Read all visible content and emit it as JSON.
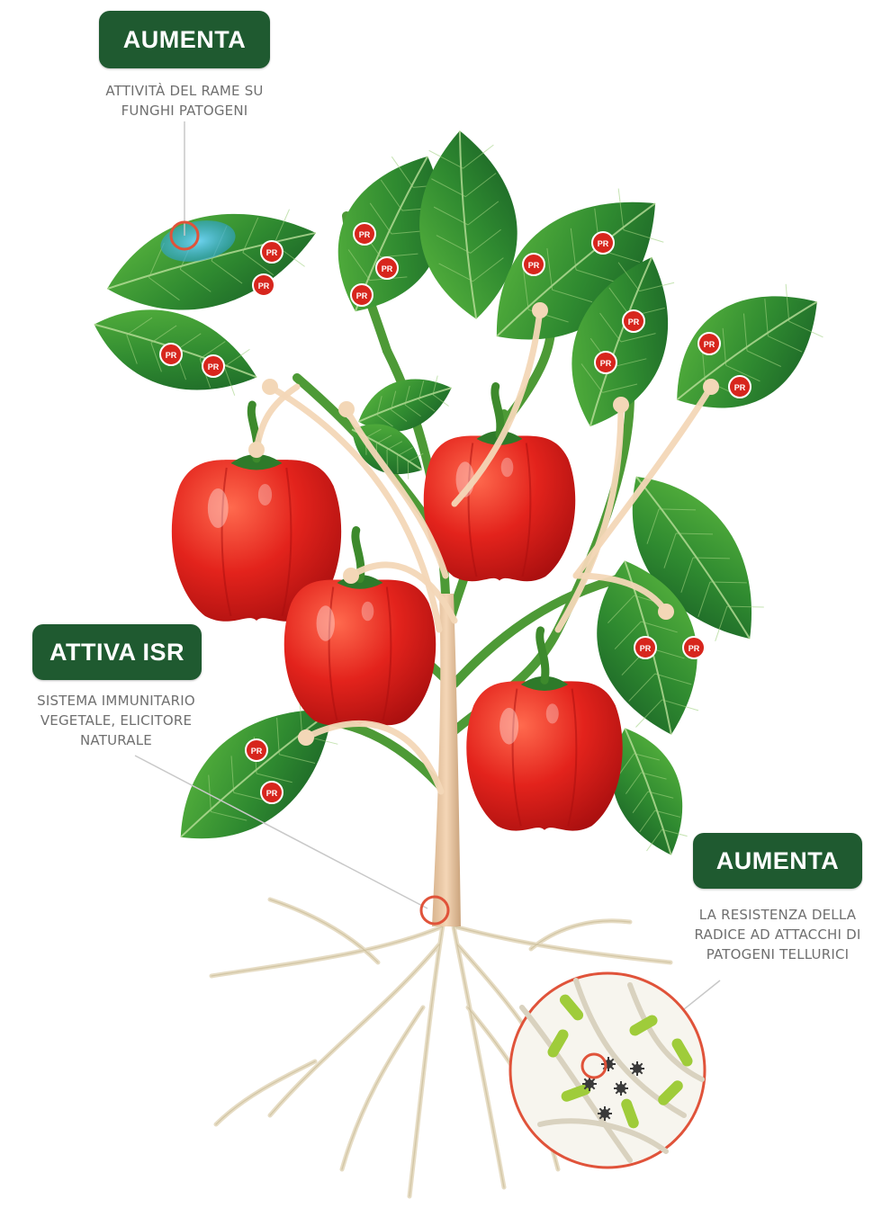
{
  "callouts": [
    {
      "badge": "AUMENTA",
      "lines": [
        "ATTIVITÀ DEL RAME SU",
        "FUNGHI PATOGENI"
      ]
    },
    {
      "badge": "ATTIVA ISR",
      "lines": [
        "SISTEMA IMMUNITARIO",
        "VEGETALE, ELICITORE",
        "NATURALE"
      ]
    },
    {
      "badge": "AUMENTA",
      "lines": [
        "LA RESISTENZA DELLA",
        "RADICE AD ATTACCHI DI",
        "PATOGENI TELLURICI"
      ]
    }
  ],
  "pr_marker_label": "PR",
  "colors": {
    "badge_green": "#1f5a30",
    "leaf_dark": "#1f6a2c",
    "leaf_light": "#4fae3a",
    "pepper_red": "#e3231c",
    "sap_arrow": "#f3d7b7",
    "highlight_ring": "#e0533a",
    "fungus_spot": "#3fb6e0",
    "root_bacteria": "#9fcc3a"
  },
  "icons": [
    "pepper-fruit",
    "leaf",
    "pr-protein-marker",
    "root",
    "bacteria",
    "spore"
  ]
}
